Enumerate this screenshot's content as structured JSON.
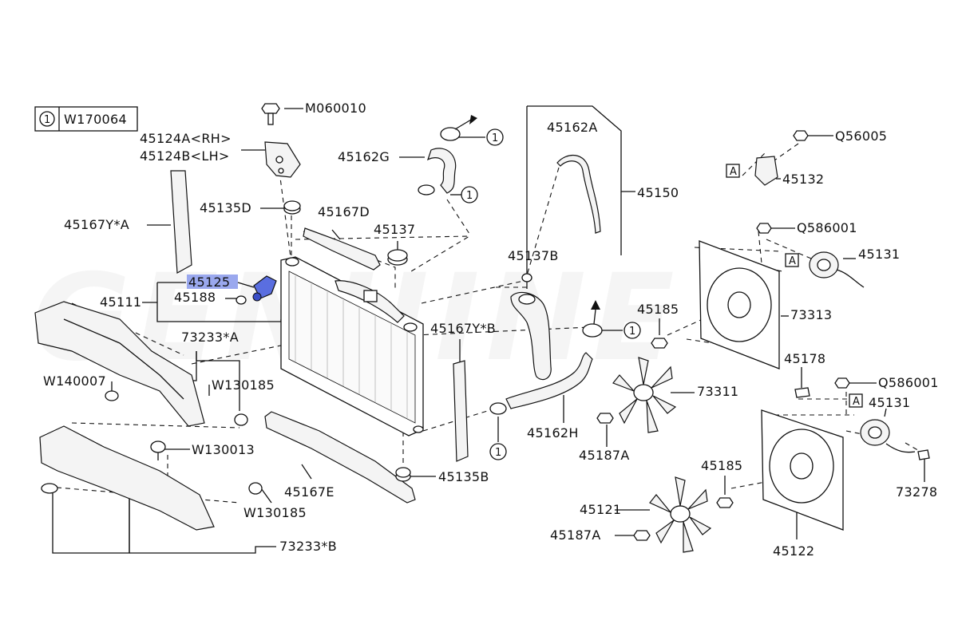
{
  "watermark": "GENUINE",
  "legend": {
    "symbol": "1",
    "code": "W170064"
  },
  "reference_marker": "1",
  "section_marker": "A",
  "labels": {
    "m060010": "M060010",
    "p45124a": "45124A<RH>",
    "p45124b": "45124B<LH>",
    "p45135d": "45135D",
    "p45167ya": "45167Y*A",
    "p45167d": "45167D",
    "p45137": "45137",
    "p45162g": "45162G",
    "p45162a": "45162A",
    "p45150": "45150",
    "p45125": "45125",
    "p45111": "45111",
    "p45188": "45188",
    "p45137b": "45137B",
    "p73233a": "73233*A",
    "w140007": "W140007",
    "w130185a": "W130185",
    "p45167yb": "45167Y*B",
    "p45162h": "45162H",
    "w130013": "W130013",
    "w130185b": "W130185",
    "p45167e": "45167E",
    "p45135b": "45135B",
    "p73233b": "73233*B",
    "q56005": "Q56005",
    "p45132": "45132",
    "q586001a": "Q586001",
    "p45131a": "45131",
    "p45185a": "45185",
    "p73313": "73313",
    "p73311": "73311",
    "p45187a_1": "45187A",
    "p45178": "45178",
    "q586001b": "Q586001",
    "p45131b": "45131",
    "p73278": "73278",
    "p45185b": "45185",
    "p45121": "45121",
    "p45187a_2": "45187A",
    "p45122": "45122"
  },
  "highlight_color": "#9aa8ee"
}
